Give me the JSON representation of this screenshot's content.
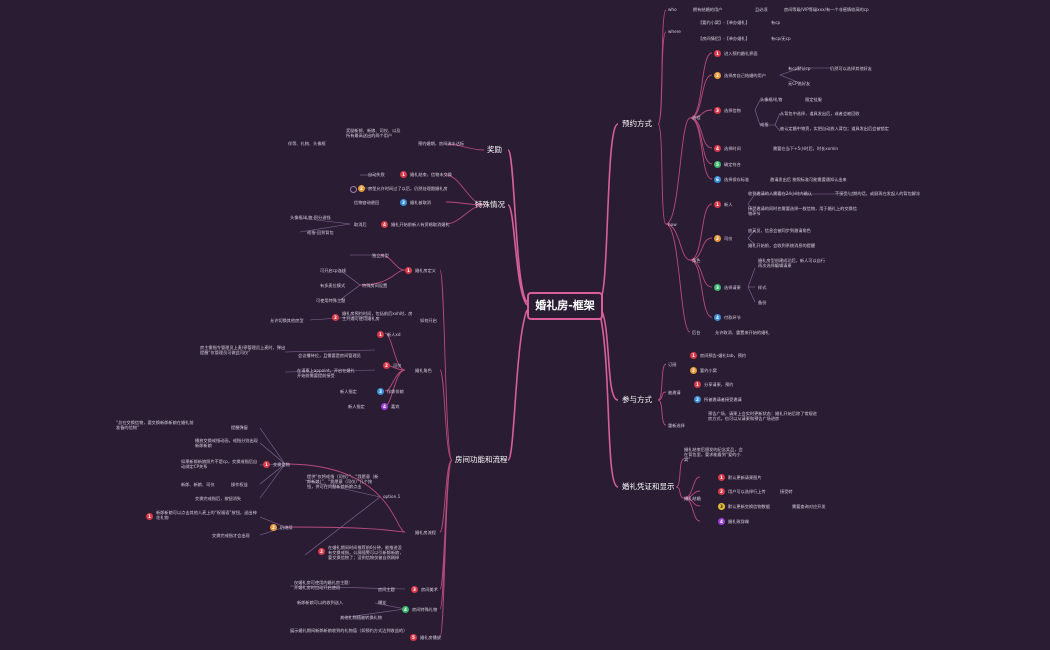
{
  "root": {
    "label": "婚礼房-框架"
  },
  "right": {
    "yueyue": {
      "label": "预约方式",
      "who": "who",
      "who_items": [
        "拥有结婚的用户",
        "且必须",
        "房间等级/VIP等级xxx/有一个非感情较高的cp"
      ],
      "where": "where",
      "where_items": [
        "【要约小窝】-【单办婚礼】",
        "有cp",
        "【房间情侣】-【单办婚礼】",
        "有cp/无cp"
      ],
      "how": "how",
      "liucheng": "流程",
      "liucheng_items": [
        "进入预约婚礼界面",
        "选择房自己结婚的用户",
        "有cp默认cp",
        "仍然可以选择其他好友",
        "无CP选好友",
        "选择信物",
        "头像框/礼物",
        "限定挂服",
        "从背包中选择，道具发出后，或者会被回收",
        "戒指",
        "被认定婚中物资，实把自动放入背包；道具发出后会被锁定",
        "选择时间",
        "需要在当下+5小时后，时长xxmin",
        "确定符合",
        "选择保存标准",
        "邀请发出后 按照标准可能需要通知认出来"
      ],
      "jiaose": "角色",
      "xinren": "新人",
      "xinren_items": [
        "收到邀请的人需要在24小时内确认",
        "不接受/过期的话，或顾再在发起人的背包解冻",
        "接受邀请的同时也需要选择一枚信物，用于婚礼上的交换信物环节"
      ],
      "siyi": "司仪",
      "siyi_items": [
        "放英员，信息会被同步到邀请角色",
        "婚礼开始前，会收到系统消息的提醒"
      ],
      "chouqin": "选择请柬",
      "chouqin_items": [
        "婚礼房型创建成功后，新人可以自行再次选择编辑请柬",
        "样式",
        "备份"
      ],
      "wanzhang": "付款环节",
      "houxu": "后台",
      "houxu_item": "允许取消、重置来开始的婚礼"
    },
    "canyu": {
      "label": "参与方式",
      "rukou": "订阅",
      "rukou_items": [
        "房间预告-婚礼tab，预约",
        "要约小窝"
      ],
      "binke": "被邀请",
      "binke_items": [
        "分享请柬，预约",
        "所被邀请者接受邀请"
      ],
      "chongxin": "重新选择",
      "chongxin_item": "预告广场、请柬上会实时更新状态：婚礼开始后除了常规进房方式，也可以从请柬和预告广场进房"
    },
    "pingzheng": {
      "label": "婚礼凭证和显示",
      "desc": "婚礼结束后颁发的纪念奖品，会在背包里，要求能看到“爱的小窝”",
      "zhanshi": "婚礼结婚",
      "zhanshi_items": [
        "默认更新请柬图片",
        "用户可以选择行上传",
        "接受转",
        "默认更新交换信物数据",
        "需要查询对应开发",
        "婚礼致辞端"
      ]
    }
  },
  "left": {
    "jiangli": {
      "label": "奖励",
      "items": [
        "伴等、礼物、头像框",
        "奖励新郎、新娘、司仪、以及所有最高送出的两个用户",
        "预约婚期，房间流水达标"
      ]
    },
    "teshu": {
      "label": "特殊情况",
      "items": [
        "自动失败",
        "婚礼结束，信物未交换",
        "房型允许时间过了以后，仍然处理跟婚礼房",
        "信物自动退回",
        "婚礼被取消",
        "头像框/礼物-积分退钱",
        "取消后",
        "婚礼开始前新人有资格取消婚礼",
        "戒指-回到背包"
      ]
    },
    "fangjian": {
      "label": "房间功能和流程",
      "dingyi": "婚礼房定义",
      "dingyi_items": [
        "独立房型",
        "可开启cp连线",
        "有多麦位模式",
        "特殊房间设置",
        "可使用特殊主题",
        "婚礼房预约时间，包括前后xxh时，房主开通可使用婚礼房",
        "如何开启",
        "允许切换其他房型"
      ],
      "juese": "婚礼角色",
      "juese_items": [
        "新人xd",
        "司仪",
        "房主需指令管理员上麦/停管理员上麦时，弹出提醒“仅管理员可做此司仪”",
        "会议播待位，且需要是房间管理员",
        "在请柬上appoint，开启在婚礼开始前需要提前接受",
        "伴郎伴娘",
        "新人指定",
        "嘉宾",
        "新人指定"
      ],
      "liucheng": "婚礼房流程",
      "liucheng_items": [
        "交换信物",
        "“总在交换信物，要交换新郎新娘在婚礼前准备的信物”",
        "提醒弹窗",
        "播放交换戒指动画，戒指分别出现新郎新娘",
        "如果新郎新娘照片不是cp，交换戒指后自动绑定CP关系",
        "新郎、新娘、司仪",
        "操作权益",
        "交换完戒指后，按钮消失",
        "仍继续",
        "新郎新娘可以点击其他人麦上的“祝福语”按钮，送出神花礼物",
        "交换完戒指才会出现",
        "提供“仅将戒指（司仪）”、“我愿意（新郎新娘）”、“我愿意（司仪）”几个按钮，供可在问题新娘新娘点击",
        "option.1",
        "在婚礼期间时间推荐前6分钟，能推进没有交换戒指，公屏随警可以引新郎新娘，要交换信物了；没例信物仅被自然刷掉"
      ],
      "zhuti": "房间美术",
      "zhuti_items": [
        "仅婚礼房可使用的婚礼房主题：开婚礼房时自动开启使用",
        "房间主题"
      ],
      "liwu": "房间特殊礼物",
      "liwu_items": [
        "新郎新娘可以的收到送入",
        "爆花",
        "其他礼物随被转换礼物"
      ],
      "jiewei": "婚礼房播放",
      "jiewei_item": "展示婚礼期间新郎新娘收到的礼物值（如预约方式达到收益的）"
    }
  }
}
